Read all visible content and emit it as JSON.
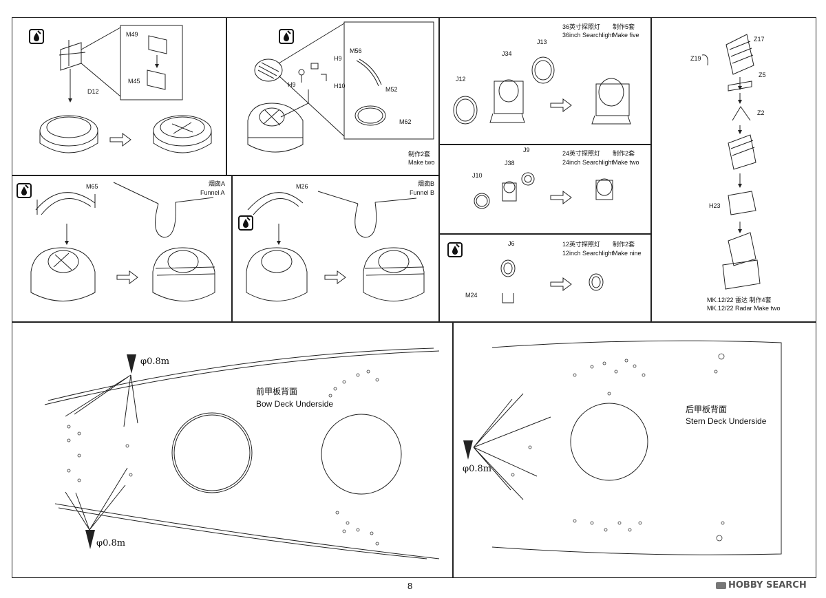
{
  "page_number": "8",
  "watermark": "HOBBY SEARCH",
  "panel_ventilator": {
    "parts": {
      "d12": "D12",
      "m49": "M49",
      "m45": "M45"
    }
  },
  "panel_funnel_top": {
    "parts": {
      "m56": "M56",
      "h9a": "H9",
      "h9b": "H9",
      "h10": "H10",
      "m52": "M52",
      "m62": "M62"
    },
    "make_cn": "制作2套",
    "make_en": "Make two"
  },
  "panel_funnel_a": {
    "part": "M65",
    "name_cn": "烟囱A",
    "name_en": "Funnel A"
  },
  "panel_funnel_b": {
    "part": "M26",
    "name_cn": "烟囱B",
    "name_en": "Funnel B"
  },
  "panel_36inch": {
    "parts": {
      "j12": "J12",
      "j34": "J34",
      "j13": "J13"
    },
    "title_cn": "36英寸探照灯",
    "title_en": "36inch Searchlight",
    "make_cn": "制作5套",
    "make_en": "Make five"
  },
  "panel_24inch": {
    "parts": {
      "j10": "J10",
      "j38": "J38",
      "j9": "J9"
    },
    "title_cn": "24英寸探照灯",
    "title_en": "24inch Searchlight",
    "make_cn": "制作2套",
    "make_en": "Make two"
  },
  "panel_12inch": {
    "parts": {
      "j6": "J6",
      "m24": "M24"
    },
    "title_cn": "12英寸探照灯",
    "title_en": "12inch Searchlight",
    "make_cn": "制作2套",
    "make_en": "Make nine"
  },
  "panel_radar": {
    "parts": {
      "z19": "Z19",
      "z17": "Z17",
      "z5": "Z5",
      "z2": "Z2",
      "h23": "H23"
    },
    "caption_cn": "MK.12/22 雷达   制作4套",
    "caption_en": "MK.12/22 Radar Make two"
  },
  "panel_bow": {
    "title_cn": "前甲板背面",
    "title_en": "Bow Deck Underside",
    "drill_top": "φ0.8m",
    "drill_bottom": "φ0.8m"
  },
  "panel_stern": {
    "title_cn": "后甲板背面",
    "title_en": "Stern Deck Underside",
    "drill": "φ0.8m"
  }
}
